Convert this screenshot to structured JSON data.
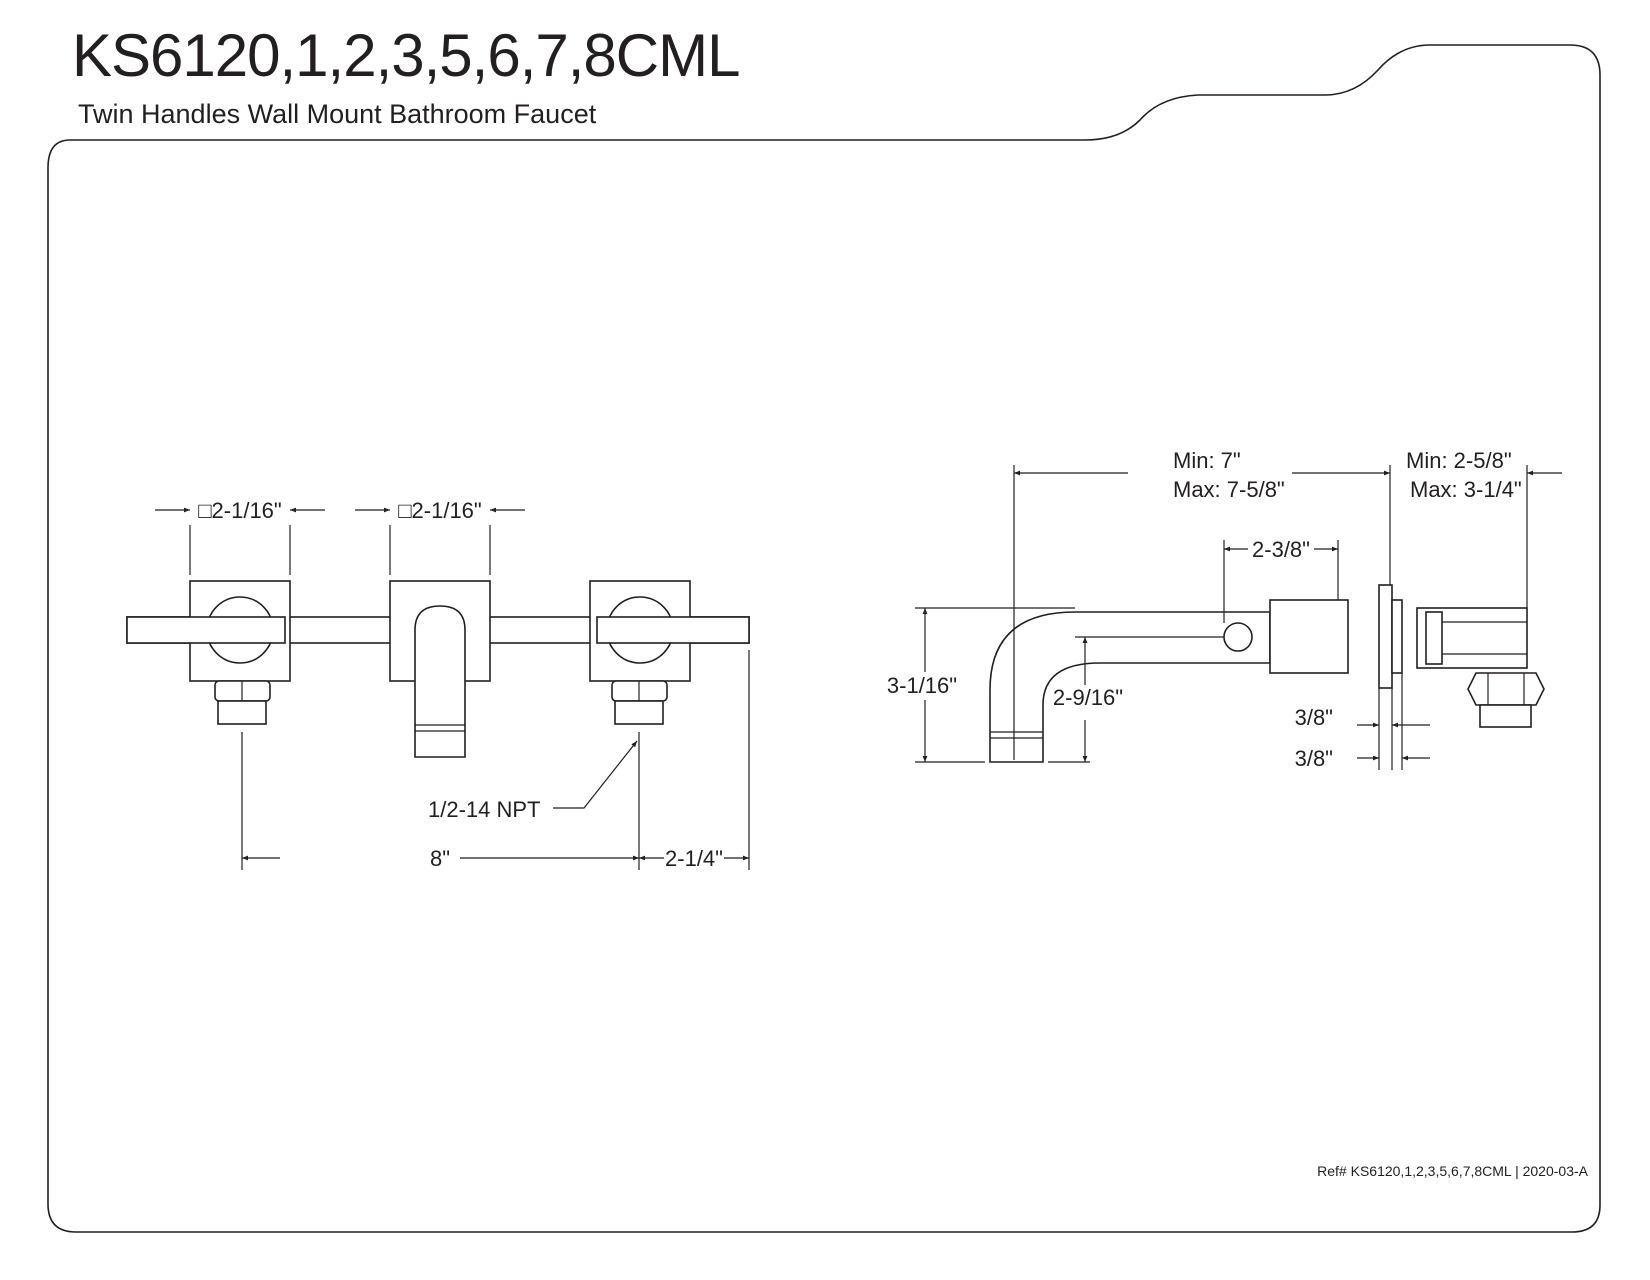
{
  "header": {
    "title": "KS6120,1,2,3,5,6,7,8CML",
    "subtitle": "Twin Handles Wall Mount Bathroom Faucet"
  },
  "front_view": {
    "handle_width_left": "□2-1/16\"",
    "handle_width_right": "□2-1/16\"",
    "connection": "1/2-14 NPT",
    "center_spacing": "8\"",
    "overhang": "2-1/4\""
  },
  "side_view": {
    "reach_min": "Min: 7\"",
    "reach_max": "Max: 7-5/8\"",
    "depth_min": "Min: 2-5/8\"",
    "depth_max": "Max: 3-1/4\"",
    "handle_offset": "2-3/8\"",
    "spout_height": "3-1/16\"",
    "spout_outlet_height": "2-9/16\"",
    "flange_thickness_1": "3/8\"",
    "flange_thickness_2": "3/8\""
  },
  "footer": {
    "reference": "Ref# KS6120,1,2,3,5,6,7,8CML | 2020-03-A"
  }
}
